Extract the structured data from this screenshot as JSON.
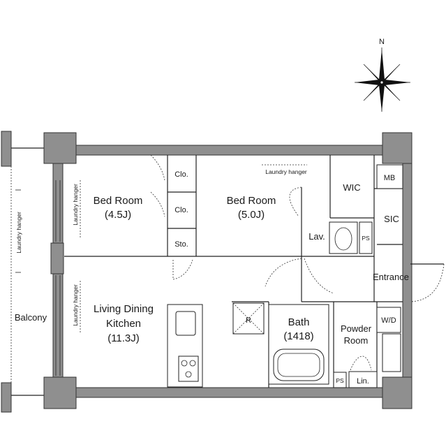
{
  "compass": {
    "north": "N"
  },
  "rooms": {
    "bed1": {
      "name": "Bed Room",
      "size": "(4.5J)"
    },
    "bed2": {
      "name": "Bed Room",
      "size": "(5.0J)"
    },
    "ldk": {
      "line1": "Living Dining",
      "line2": "Kitchen",
      "size": "(11.3J)"
    },
    "bath": {
      "name": "Bath",
      "size": "(1418)"
    },
    "powder": {
      "line1": "Powder",
      "line2": "Room"
    },
    "balcony": "Balcony",
    "entrance": "Entrance",
    "wic": "WIC",
    "sic": "SIC",
    "mb": "MB",
    "lav": "Lav.",
    "ps_top": "PS",
    "ps_bottom": "PS",
    "wd": "W/D",
    "lin": "Lin.",
    "clo1": "Clo.",
    "clo2": "Clo.",
    "sto": "Sto.",
    "fridge": "R"
  },
  "laundry": {
    "balcony": "Laundry hanger",
    "bed1": "Laundry hanger",
    "bed2": "Laundry hanger",
    "ldk": "Laundry hanger"
  }
}
